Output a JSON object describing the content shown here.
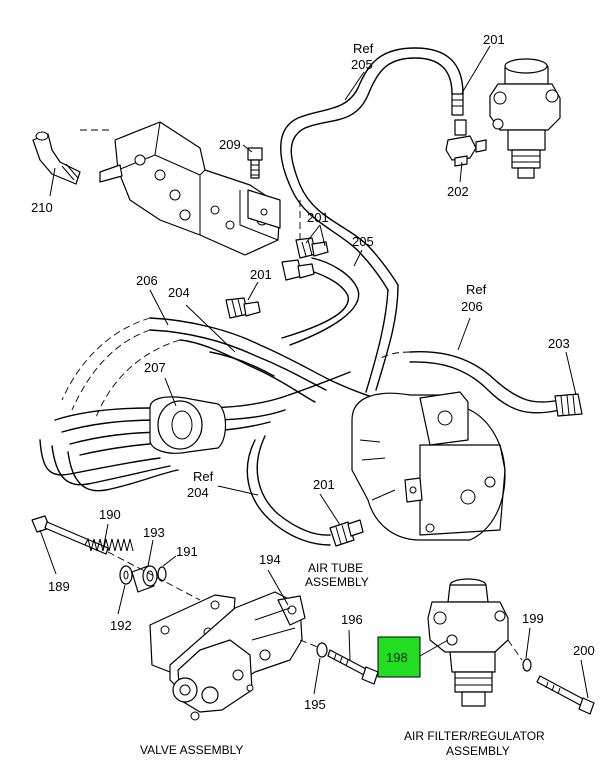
{
  "callouts": {
    "c201_top": "201",
    "ref205_ref": "Ref",
    "ref205_num": "205",
    "c209": "209",
    "c210": "210",
    "c202": "202",
    "c201_mid": "201",
    "c205": "205",
    "c201_low": "201",
    "c206": "206",
    "c204": "204",
    "ref206_ref": "Ref",
    "ref206_num": "206",
    "c203": "203",
    "c207": "207",
    "ref204_ref": "Ref",
    "ref204_num": "204",
    "c201_bottom": "201",
    "c190": "190",
    "c193": "193",
    "c191": "191",
    "c189": "189",
    "c192": "192",
    "c194": "194",
    "c196": "196",
    "c198": "198",
    "c199": "199",
    "c200": "200",
    "c195": "195"
  },
  "captions": {
    "air_tube_1": "AIR TUBE",
    "air_tube_2": "ASSEMBLY",
    "valve_assembly": "VALVE ASSEMBLY",
    "air_filter_1": "AIR FILTER/REGULATOR",
    "air_filter_2": "ASSEMBLY"
  },
  "highlight": {
    "color": "#22dd22",
    "part": "198"
  }
}
